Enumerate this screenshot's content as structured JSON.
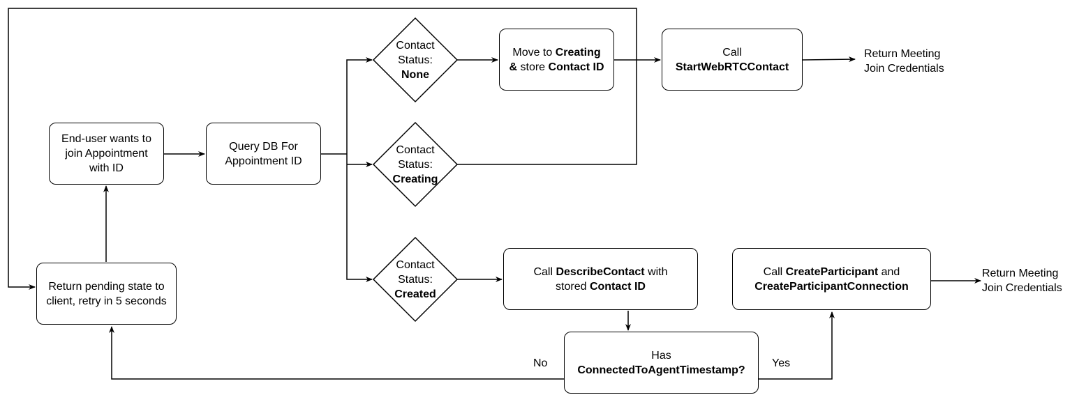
{
  "nodes": {
    "join": {
      "line1": "End-user wants to",
      "line2": "join Appointment",
      "line3": "with ID"
    },
    "query": {
      "line1": "Query DB For",
      "line2": "Appointment ID"
    },
    "none": {
      "line1": "Contact",
      "line2": "Status:",
      "line3": "None"
    },
    "creating": {
      "line1": "Contact",
      "line2": "Status:",
      "line3": "Creating"
    },
    "created": {
      "line1": "Contact",
      "line2": "Status:",
      "line3": "Created"
    },
    "move": {
      "prefix": "Move to ",
      "bold1": "Creating",
      "bold2": "&",
      "mid": " store ",
      "bold3": "Contact ID"
    },
    "start": {
      "line1": "Call",
      "bold": "StartWebRTCContact"
    },
    "return1": {
      "line1": "Return Meeting",
      "line2": "Join Credentials"
    },
    "describe": {
      "prefix": "Call ",
      "bold1": "DescribeContact",
      "suffix": " with",
      "prefix2": "stored ",
      "bold2": "Contact ID"
    },
    "has": {
      "line1": "Has",
      "bold": "ConnectedToAgentTimestamp?"
    },
    "createp": {
      "prefix": "Call ",
      "bold1": "CreateParticipant",
      "mid": " and",
      "bold2": "CreateParticipantConnection"
    },
    "return2": {
      "line1": "Return Meeting",
      "line2": "Join Credentials"
    },
    "pending": {
      "line1": "Return pending state to",
      "line2": "client, retry in 5 seconds"
    }
  },
  "edge_labels": {
    "no": "No",
    "yes": "Yes"
  }
}
